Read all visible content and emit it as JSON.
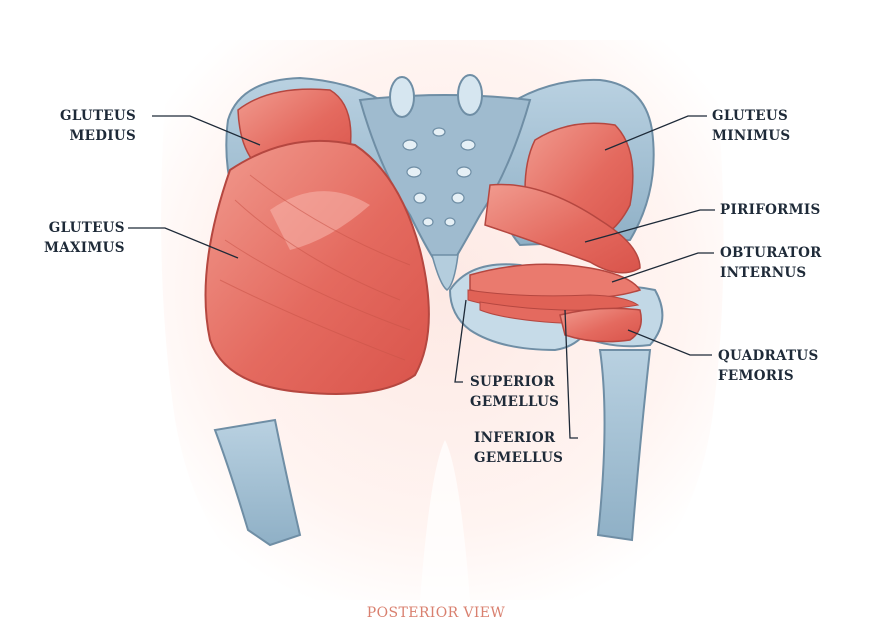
{
  "labels": {
    "gluteus_medius": [
      "GLUTEUS",
      "MEDIUS"
    ],
    "gluteus_maximus": [
      "GLUTEUS",
      "MAXIMUS"
    ],
    "gluteus_minimus": [
      "GLUTEUS",
      "MINIMUS"
    ],
    "piriformis": [
      "PIRIFORMIS"
    ],
    "obturator_internus": [
      "OBTURATOR",
      "INTERNUS"
    ],
    "quadratus_femoris": [
      "QUADRATUS",
      "FEMORIS"
    ],
    "superior_gemellus": [
      "SUPERIOR",
      "GEMELLUS"
    ],
    "inferior_gemellus": [
      "INFERIOR",
      "GEMELLUS"
    ]
  },
  "caption": "POSTERIOR VIEW",
  "colors": {
    "muscle": "#e46a5f",
    "muscle_light": "#f4a79d",
    "bone": "#a9c4d6",
    "bone_dark": "#7f9db4",
    "skin": "#fde9e4",
    "text": "#1e2a38",
    "caption": "#d9806f"
  }
}
